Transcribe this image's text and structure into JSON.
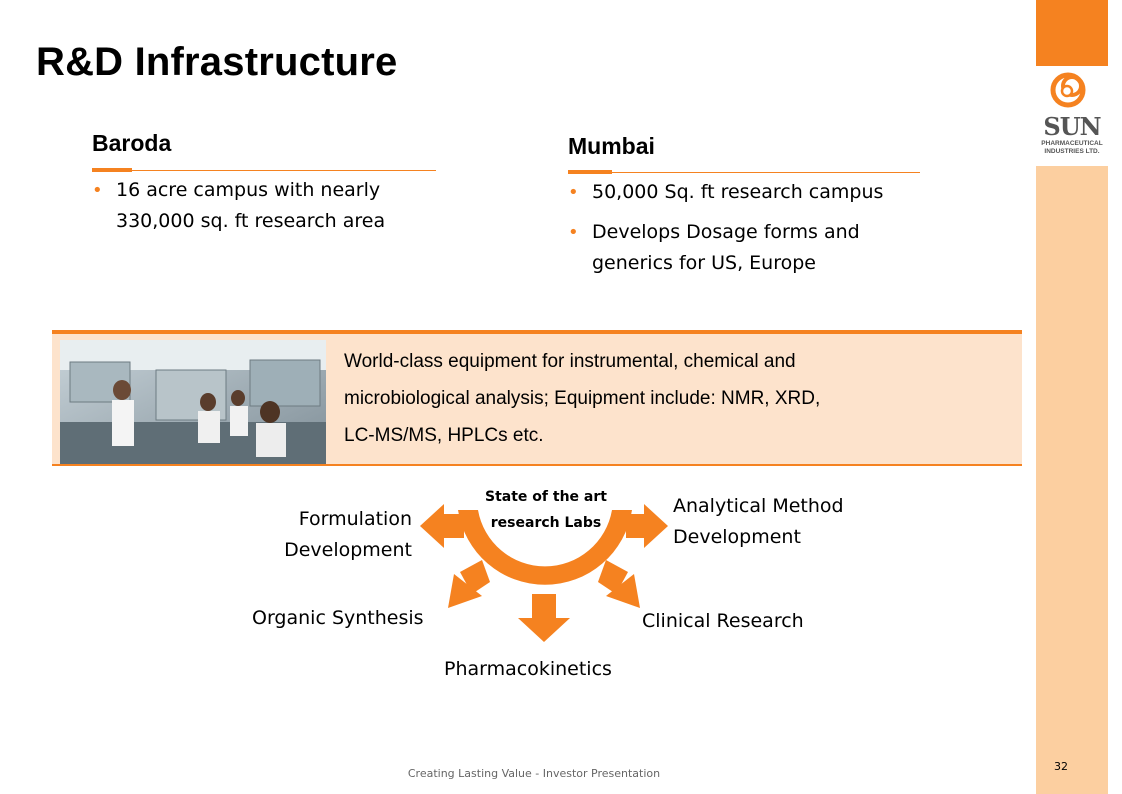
{
  "title": "R&D Infrastructure",
  "baroda": {
    "heading": "Baroda",
    "bullets": [
      [
        "16 acre campus with nearly",
        "330,000 sq. ft research area"
      ]
    ]
  },
  "mumbai": {
    "heading": "Mumbai",
    "bullets": [
      [
        "50,000 Sq. ft research campus"
      ],
      [
        "Develops Dosage forms and",
        "generics for US, Europe"
      ]
    ]
  },
  "equipment": {
    "lines": [
      "World-class equipment for instrumental, chemical and",
      "microbiological analysis; Equipment include: NMR, XRD,",
      "LC-MS/MS, HPLCs etc."
    ]
  },
  "diagram": {
    "center": [
      "State of the art",
      "research Labs"
    ],
    "formulation": [
      "Formulation",
      "Development"
    ],
    "analytical": [
      "Analytical Method",
      "Development"
    ],
    "organic": "Organic Synthesis",
    "clinical": "Clinical Research",
    "pharmacokinetics": "Pharmacokinetics"
  },
  "logo": {
    "name": "SUN",
    "line1": "PHARMACEUTICAL",
    "line2": "INDUSTRIES LTD."
  },
  "footer": "Creating Lasting Value - Investor Presentation",
  "page_number": "32",
  "colors": {
    "accent": "#f58220",
    "light_accent": "#fccfa0",
    "band": "#fde3cc"
  }
}
